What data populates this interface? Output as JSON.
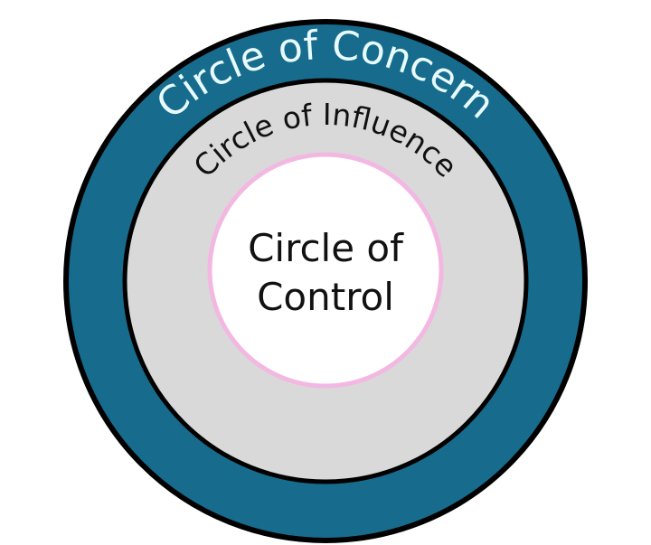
{
  "title": "Circle of Concern / Influence / Control diagram",
  "circles": {
    "concern": {
      "label": "Circle of Concern",
      "fill": "#176c8d",
      "text_color": "#e8fbff"
    },
    "influence": {
      "label": "Circle of Influence",
      "fill": "#d9d9d9",
      "text_color": "#111111"
    },
    "control": {
      "line1": "Circle of",
      "line2": "Control",
      "fill": "#ffffff",
      "border": "#f2b8e2",
      "text_color": "#111111"
    }
  },
  "stroke_color": "#000000"
}
